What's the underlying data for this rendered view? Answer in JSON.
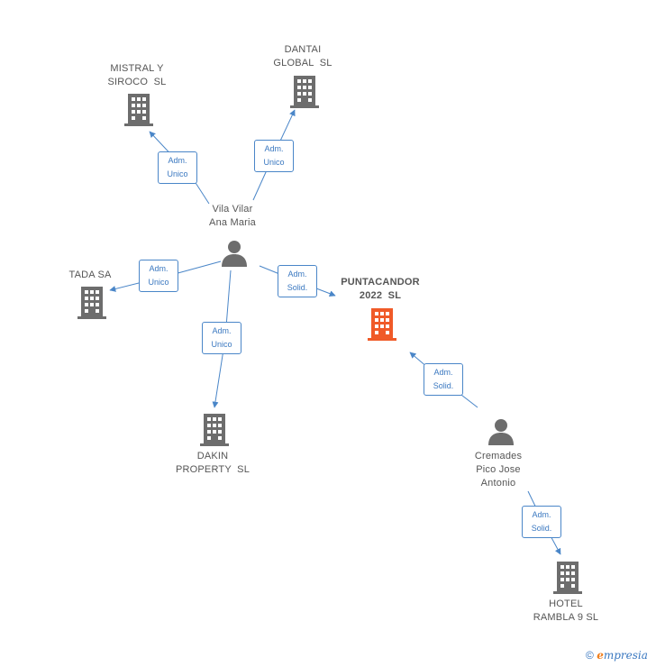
{
  "colors": {
    "edge": "#4a86c8",
    "company": "#6d6d6d",
    "focus": "#f05a28",
    "person": "#6d6d6d"
  },
  "nodes": {
    "mistral": {
      "label": [
        "MISTRAL Y",
        "SIROCO  SL"
      ],
      "type": "company"
    },
    "dantai": {
      "label": [
        "DANTAI",
        "GLOBAL  SL"
      ],
      "type": "company"
    },
    "tada": {
      "label": [
        "TADA SA"
      ],
      "type": "company"
    },
    "puntacandor": {
      "label": [
        "PUNTACANDOR",
        "2022  SL"
      ],
      "type": "focus-company"
    },
    "dakin": {
      "label": [
        "DAKIN",
        "PROPERTY  SL"
      ],
      "type": "company"
    },
    "hotel": {
      "label": [
        "HOTEL",
        "RAMBLA 9 SL"
      ],
      "type": "company"
    },
    "vila": {
      "label": [
        "Vila Vilar",
        "Ana Maria"
      ],
      "type": "person"
    },
    "cremades": {
      "label": [
        "Cremades",
        "Pico Jose",
        "Antonio"
      ],
      "type": "person"
    }
  },
  "edges": {
    "e1": [
      "Adm.",
      "Unico"
    ],
    "e2": [
      "Adm.",
      "Unico"
    ],
    "e3": [
      "Adm.",
      "Unico"
    ],
    "e4": [
      "Adm.",
      "Solid."
    ],
    "e5": [
      "Adm.",
      "Unico"
    ],
    "e6": [
      "Adm.",
      "Solid."
    ],
    "e7": [
      "Adm.",
      "Solid."
    ]
  },
  "brand": {
    "copyright": "©",
    "e": "e",
    "rest": "mpresia"
  }
}
